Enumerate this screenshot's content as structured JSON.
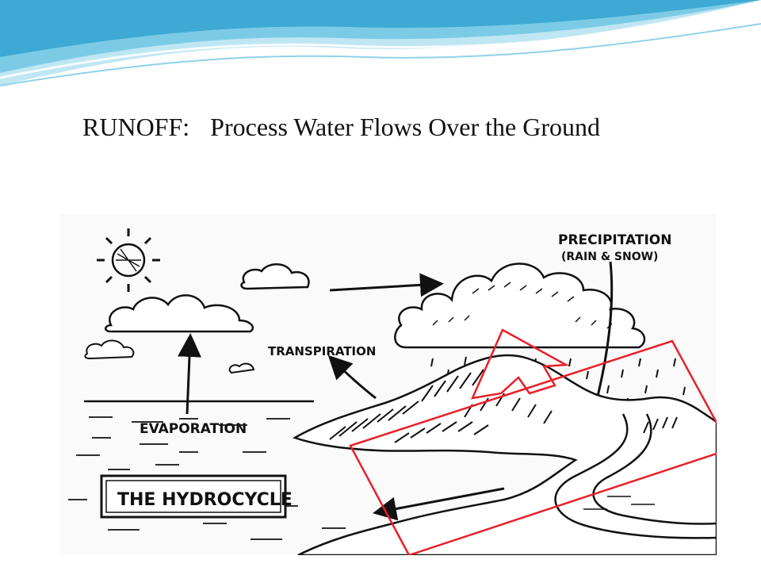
{
  "slide": {
    "title_term": "RUNOFF:",
    "title_definition": "Process Water Flows Over the Ground"
  },
  "diagram": {
    "labels": {
      "precipitation": "PRECIPITATION",
      "rain_snow": "(RAIN & SNOW)",
      "transpiration": "TRANSPIRATION",
      "evaporation": "EVAPORATION",
      "hydrocycle": "THE HYDROCYCLE"
    },
    "highlight_color": "#e8202a",
    "banner_colors": [
      "#4fb3d9",
      "#9fd6ea",
      "#dff2f9"
    ]
  }
}
